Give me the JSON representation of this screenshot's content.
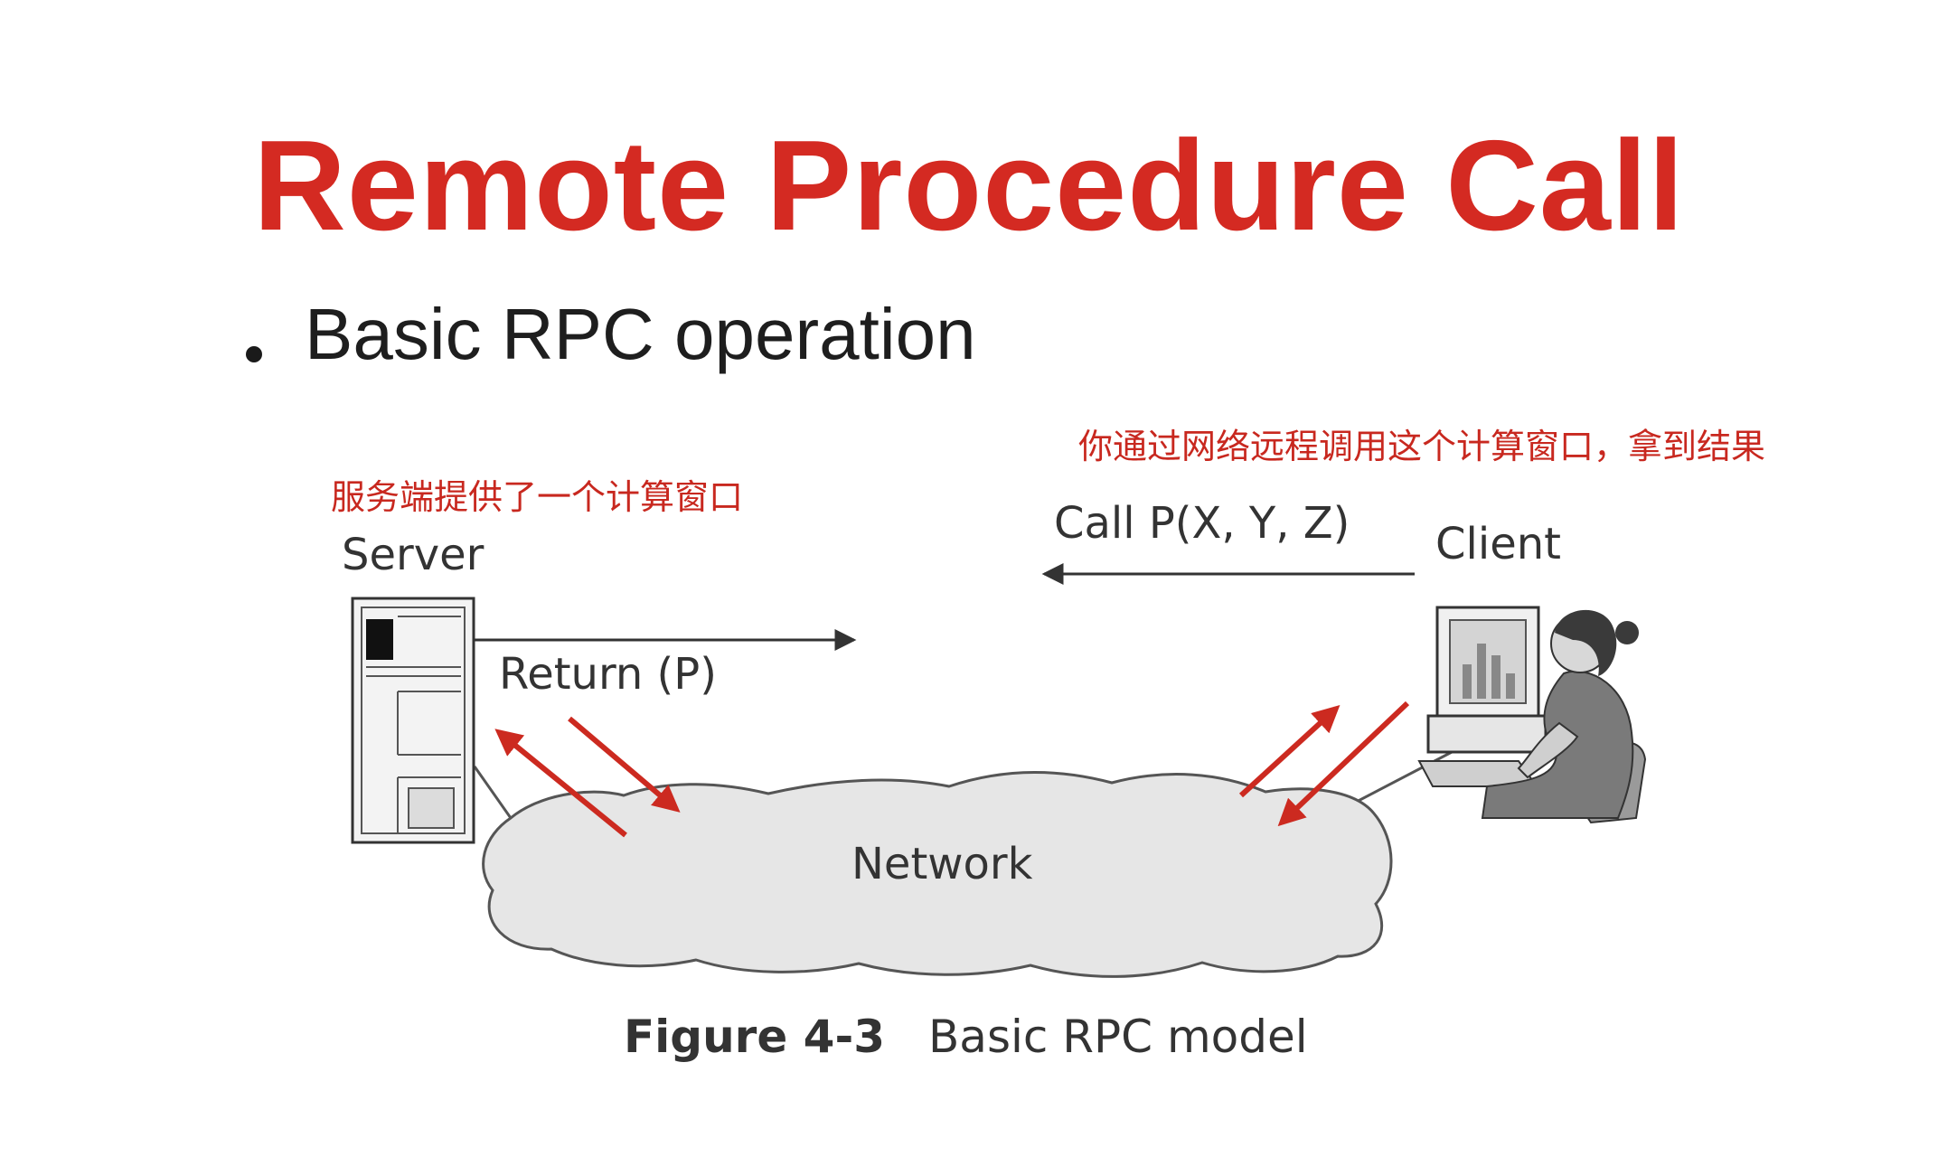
{
  "slide": {
    "title": "Remote Procedure Call",
    "bullet": "Basic RPC operation"
  },
  "annotations": {
    "server_note": "服务端提供了一个计算窗口",
    "client_note": "你通过网络远程调用这个计算窗口，拿到结果"
  },
  "diagram": {
    "server_label": "Server",
    "client_label": "Client",
    "call_label": "Call P(X, Y, Z)",
    "return_label": "Return (P)",
    "network_label": "Network"
  },
  "figure": {
    "number": "Figure 4-3",
    "caption": "Basic RPC model"
  },
  "colors": {
    "title": "#d42a22",
    "annotation": "#c8281f",
    "diagram_text": "#333333",
    "cloud_fill": "#e6e6e6"
  }
}
